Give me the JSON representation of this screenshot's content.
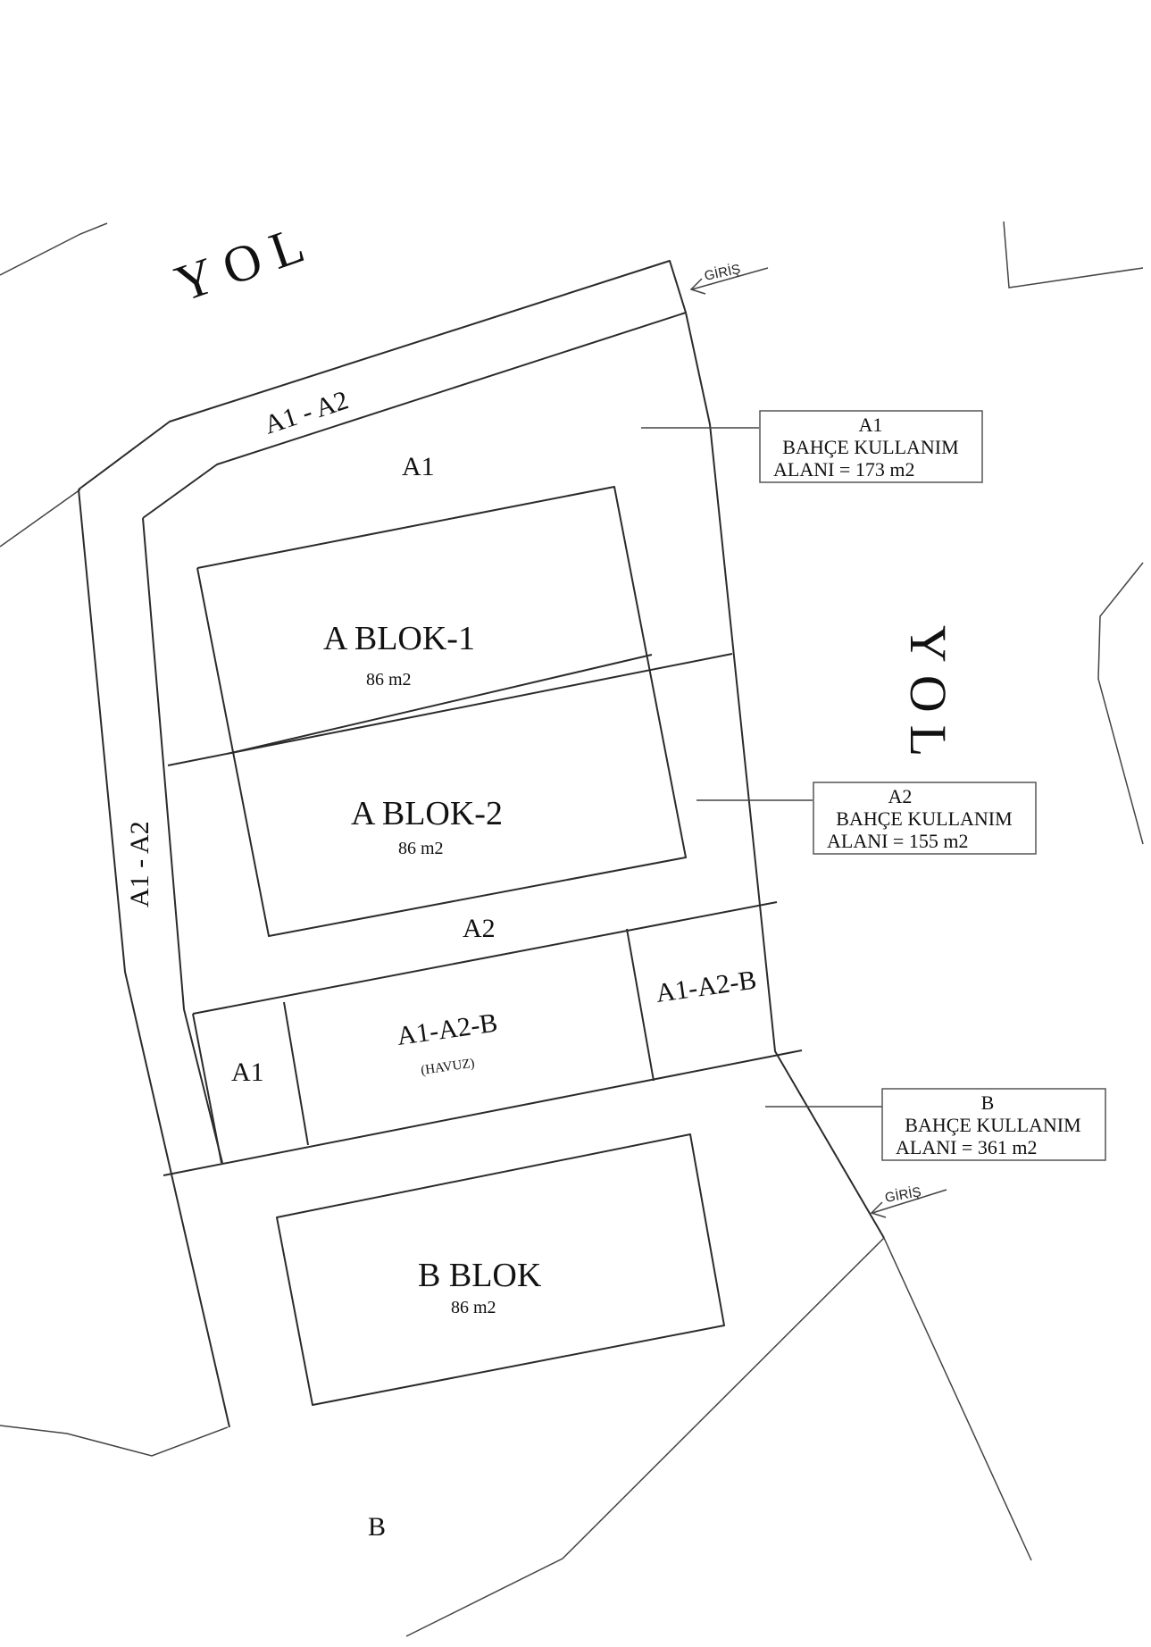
{
  "roads": {
    "north": "YOL",
    "east": "YOL"
  },
  "entrances": {
    "north": "GİRİŞ",
    "east": "GİRİŞ"
  },
  "strips": {
    "top": "A1 - A2",
    "left": "A1 - A2"
  },
  "areas": {
    "a1_top": "A1",
    "a2_middle": "A2",
    "a1_pool_left": "A1",
    "pool_label": "A1-A2-B",
    "pool_note": "(HAVUZ)",
    "a1a2b_right": "A1-A2-B",
    "b_bottom": "B"
  },
  "buildings": {
    "a_blok_1": {
      "name": "A BLOK-1",
      "area": "86 m2"
    },
    "a_blok_2": {
      "name": "A BLOK-2",
      "area": "86 m2"
    },
    "b_blok": {
      "name": "B BLOK",
      "area": "86 m2"
    }
  },
  "legends": {
    "a1": {
      "line1": "A1",
      "line2": "BAHÇE KULLANIM",
      "line3": "ALANI = 173 m2"
    },
    "a2": {
      "line1": "A2",
      "line2": "BAHÇE KULLANIM",
      "line3": "ALANI = 155 m2"
    },
    "b": {
      "line1": "B",
      "line2": "BAHÇE KULLANIM",
      "line3": "ALANI = 361 m2"
    }
  }
}
